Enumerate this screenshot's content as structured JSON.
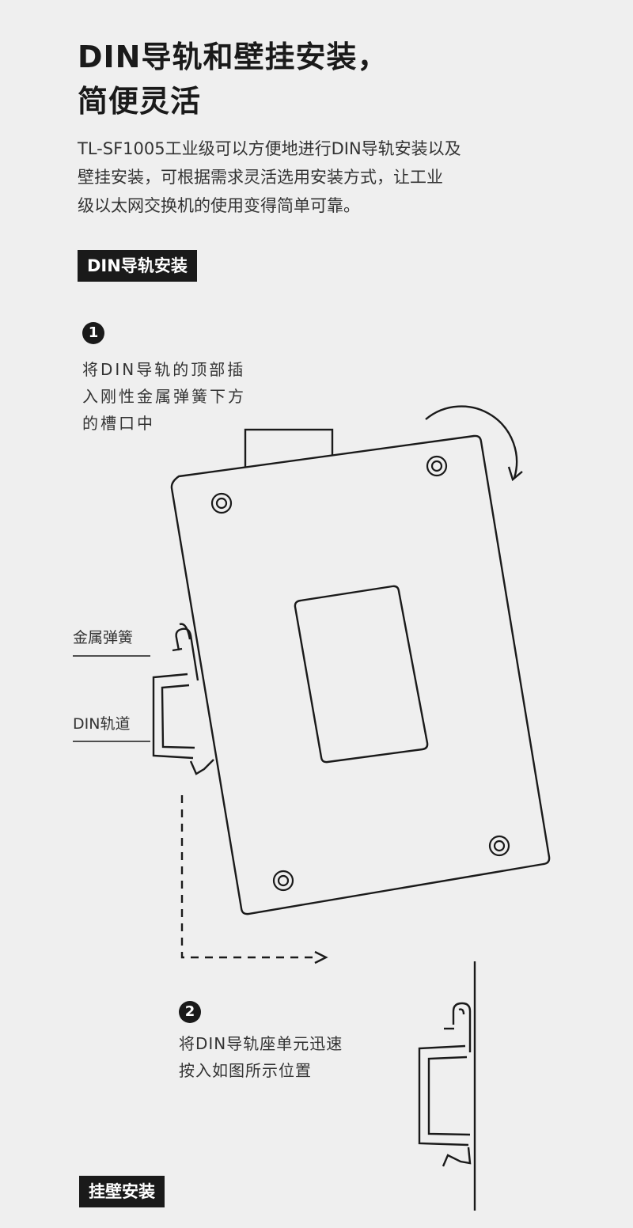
{
  "heading": {
    "line1": "DIN导轨和壁挂安装，",
    "line2": "简便灵活"
  },
  "intro": {
    "line1": "TL-SF1005工业级可以方便地进行DIN导轨安装以及",
    "line2": "壁挂安装，可根据需求灵活选用安装方式，让工业",
    "line3": "级以太网交换机的使用变得简单可靠。"
  },
  "sections": {
    "din_tag": "DIN导轨安装",
    "wall_tag": "挂壁安装"
  },
  "steps": {
    "step1": {
      "number": "1",
      "line1": "将DIN导轨的顶部插",
      "line2": "入刚性金属弹簧下方",
      "line3": "的槽口中"
    },
    "step2": {
      "number": "2",
      "line1": "将DIN导轨座单元迅速",
      "line2": "按入如图所示位置"
    }
  },
  "labels": {
    "metal_spring": "金属弹簧",
    "din_rail": "DIN轨道"
  }
}
